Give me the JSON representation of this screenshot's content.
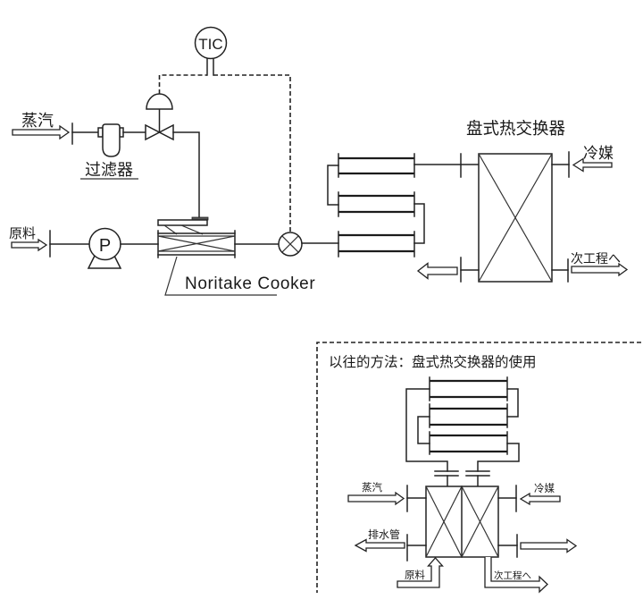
{
  "diagram": {
    "main": {
      "steam_inlet": {
        "label": "蒸汽"
      },
      "filter": {
        "label": "过滤器"
      },
      "temperature_controller": {
        "label": "TIC"
      },
      "pump": {
        "label": "P"
      },
      "raw_material_inlet": {
        "label": "原料"
      },
      "cooker": {
        "label": "Noritake Cooker"
      },
      "plate_heat_exchanger": {
        "title": "盘式热交换器"
      },
      "coolant_inlet": {
        "label": "冷媒"
      },
      "product_outlet": {
        "label": "次工程へ"
      }
    },
    "inset": {
      "title": "以往的方法：盘式热交换器的使用",
      "steam_inlet": {
        "label": "蒸汽"
      },
      "drain_outlet": {
        "label": "排水管"
      },
      "coolant_inlet": {
        "label": "冷媒"
      },
      "raw_material_inlet": {
        "label": "原料"
      },
      "product_outlet": {
        "label": "次工程へ"
      }
    }
  },
  "symbols": [
    "hollow-flow-arrow",
    "flange",
    "strainer-filter",
    "control-valve",
    "diaphragm-actuator",
    "instrument-bubble",
    "pump",
    "jacketed-cooker",
    "temperature-sensor",
    "double-pipe-exchanger",
    "plate-heat-exchanger"
  ],
  "colors": {
    "line": "#222222",
    "background": "#ffffff"
  }
}
